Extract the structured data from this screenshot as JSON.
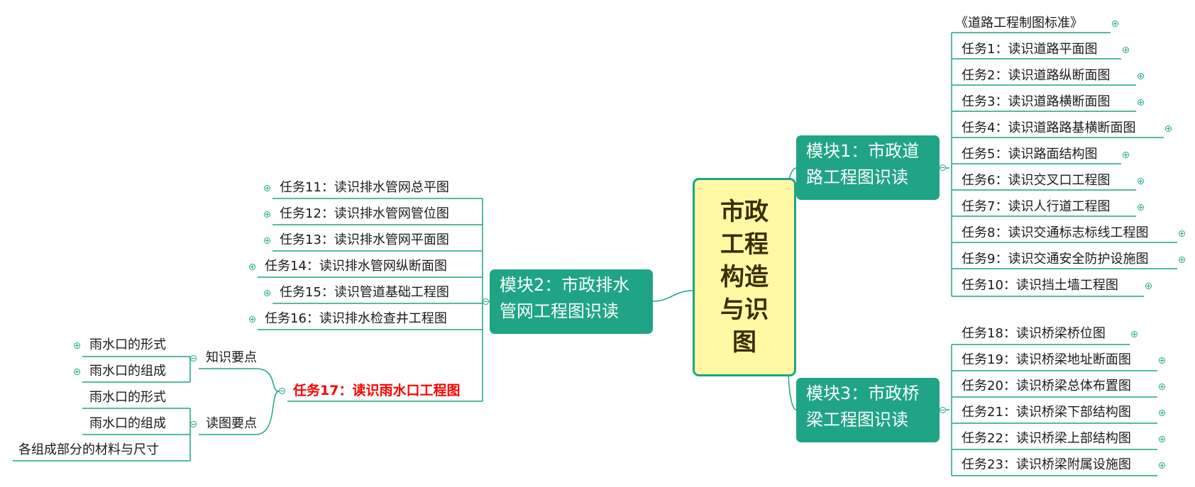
{
  "center": {
    "label": "市政工程构造与识图"
  },
  "colors": {
    "line": "#1fa486",
    "box": "#1fa486",
    "center_fill": "#fff9a4",
    "highlight": "#ff0000"
  },
  "module1": {
    "label": "模块1：市政道路工程图识读",
    "items": [
      "《道路工程制图标准》",
      "任务1：读识道路平面图",
      "任务2：读识道路纵断面图",
      "任务3：读识道路横断面图",
      "任务4：读识道路路基横断面图",
      "任务5：读识路面结构图",
      "任务6：读识交叉口工程图",
      "任务7：读识人行道工程图",
      "任务8：读识交通标志标线工程图",
      "任务9：读识交通安全防护设施图",
      "任务10：读识挡土墙工程图"
    ]
  },
  "module2": {
    "label": "模块2：市政排水管网工程图识读",
    "items": [
      "任务11：读识排水管网总平图",
      "任务12：读识排水管网管位图",
      "任务13：读识排水管网平面图",
      "任务14：读识排水管网纵断面图",
      "任务15：读识管道基础工程图",
      "任务16：读识排水检查井工程图"
    ],
    "task17": {
      "label": "任务17：读识雨水口工程图",
      "knowledge": {
        "label": "知识要点",
        "items": [
          "雨水口的形式",
          "雨水口的组成"
        ]
      },
      "reading": {
        "label": "读图要点",
        "items": [
          "雨水口的形式",
          "雨水口的组成",
          "各组成部分的材料与尺寸"
        ]
      }
    }
  },
  "module3": {
    "label": "模块3：市政桥梁工程图识读",
    "items": [
      "任务18：读识桥梁桥位图",
      "任务19：读识桥梁地址断面图",
      "任务20：读识桥梁总体布置图",
      "任务21：读识桥梁下部结构图",
      "任务22：读识桥梁上部结构图",
      "任务23：读识桥梁附属设施图"
    ]
  }
}
